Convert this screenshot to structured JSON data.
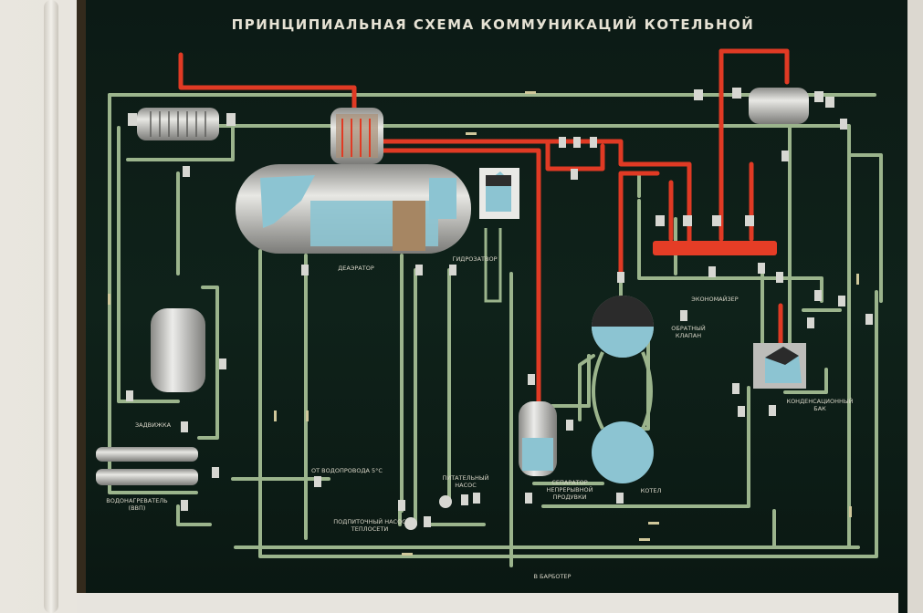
{
  "title": "ПРИНЦИПИАЛЬНАЯ СХЕМА КОММУНИКАЦИЙ КОТЕЛЬНОЙ",
  "labels": {
    "deaerator": "ДЕАЭРАТОР",
    "water_seal": "ГИДРОЗАТВОР",
    "economizer": "ЭКОНОМАЙЗЕР",
    "check_valve": "ОБРАТНЫЙ\nКЛАПАН",
    "condensate_tank": "КОНДЕНСАЦИОННЫЙ\nБАК",
    "gate_valve": "ЗАДВИЖКА",
    "water_heater": "ВОДОНАГРЕВАТЕЛЬ\n(ВВП)",
    "from_water_main": "ОТ ВОДОПРОВОДА 5°С",
    "feed_pump": "ПИТАТЕЛЬНЫЙ\nНАСОС",
    "makeup_pump": "ПОДПИТОЧНЫЙ НАСОС\nТЕПЛОСЕТИ",
    "separator": "СЕПАРАТОР\nНЕПРЕРЫВНОЙ\nПРОДУВКИ",
    "boiler": "КОТЕЛ",
    "to_bubbler": "В БАРБОТЕР"
  },
  "colors": {
    "board": "#0f221a",
    "water_pipe": "#9bb48c",
    "steam_pipe": "#e03a24",
    "vessel": "#b9b9b5",
    "water": "#8cc4d2",
    "label_text": "#d9d6c8"
  }
}
